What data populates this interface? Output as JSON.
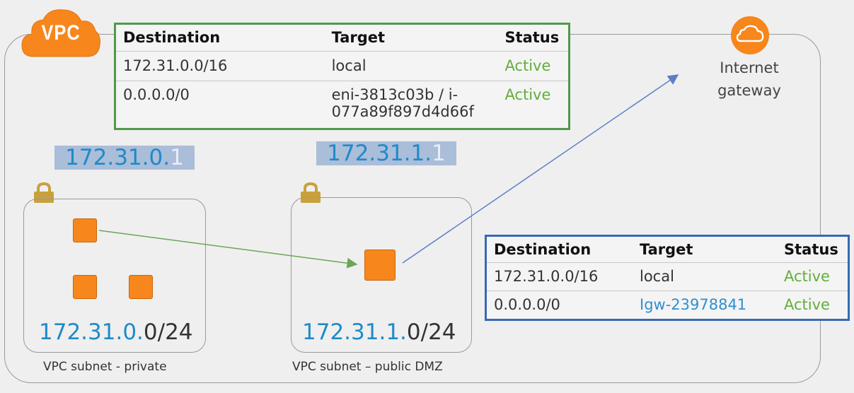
{
  "vpc": {
    "label": "VPC",
    "colors": {
      "cloud": "#f7861c",
      "boundary": "#9a9a9a"
    }
  },
  "internet_gateway": {
    "icon": "cloud-icon",
    "label_line1": "Internet",
    "label_line2": "gateway"
  },
  "route_table_private": {
    "border_color": "#4f9a4a",
    "headers": [
      "Destination",
      "Target",
      "Status"
    ],
    "rows": [
      {
        "destination": "172.31.0.0/16",
        "target_line1": "local",
        "target_line2": "",
        "status": "Active"
      },
      {
        "destination": "0.0.0.0/0",
        "target_line1": "eni-3813c03b / i-",
        "target_line2": "077a89f897d4d66f",
        "status": "Active"
      }
    ]
  },
  "route_table_public": {
    "border_color": "#3669b3",
    "headers": [
      "Destination",
      "Target",
      "Status"
    ],
    "rows": [
      {
        "destination": "172.31.0.0/16",
        "target": "local",
        "status": "Active"
      },
      {
        "destination": "0.0.0.0/0",
        "target": "Igw-23978841",
        "status": "Active"
      }
    ]
  },
  "subnet_private": {
    "router_ip_main": "172.31.0.",
    "router_ip_last": "1",
    "cidr_prefix": "172.31.0.",
    "cidr_suffix": "0/24",
    "caption": "VPC subnet - private",
    "lock_icon": "lock-icon"
  },
  "subnet_public": {
    "router_ip_main": "172.31.1.",
    "router_ip_last": "1",
    "cidr_prefix": "172.31.1.",
    "cidr_suffix": "0/24",
    "caption": "VPC subnet – public DMZ",
    "lock_icon": "lock-icon"
  },
  "colors": {
    "active": "#62ae3c",
    "ip_blue": "#1f8ac9",
    "instance": "#f7861c",
    "green_arrow": "#6aa65a",
    "blue_arrow": "#5b7fc4"
  }
}
